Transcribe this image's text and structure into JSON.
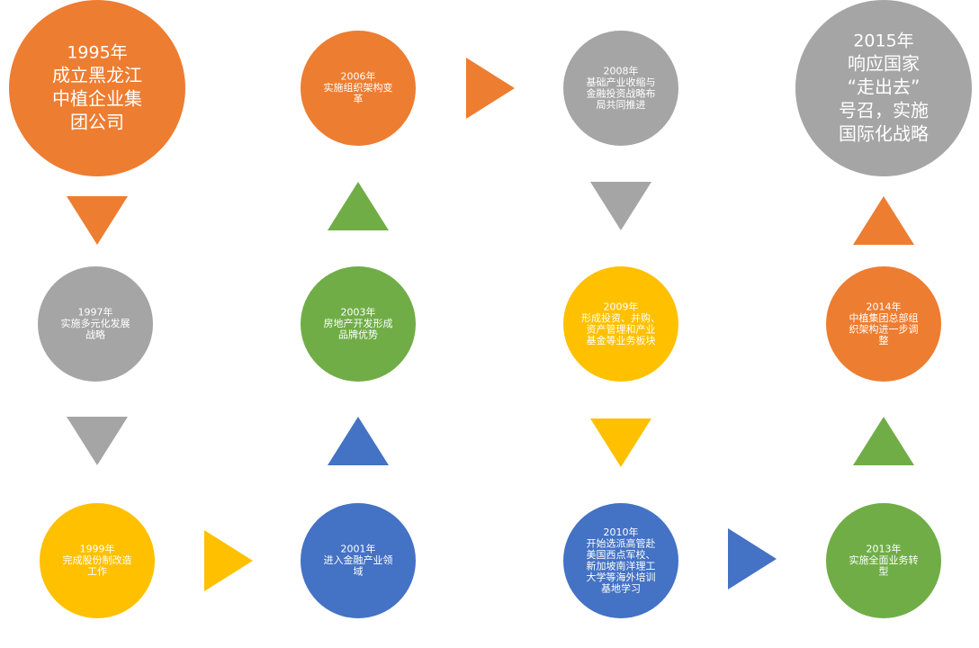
{
  "colors": {
    "orange": "#ED7D31",
    "gray": "#A5A5A5",
    "green": "#70AD47",
    "yellow": "#FFC000",
    "blue": "#4472C4"
  },
  "nodes": [
    {
      "id": "1995",
      "color": "orange",
      "lines": [
        "1995年",
        "成立黑龙江",
        "中植企业集",
        "团公司"
      ]
    },
    {
      "id": "1997",
      "color": "gray",
      "lines": [
        "1997年",
        "实施多元化发展",
        "战略"
      ]
    },
    {
      "id": "1999",
      "color": "yellow",
      "lines": [
        "1999年",
        "完成股份制改造",
        "工作"
      ]
    },
    {
      "id": "2001",
      "color": "blue",
      "lines": [
        "2001年",
        "进入金融产业领",
        "域"
      ]
    },
    {
      "id": "2003",
      "color": "green",
      "lines": [
        "2003年",
        "房地产开发形成",
        "品牌优势"
      ]
    },
    {
      "id": "2006",
      "color": "orange",
      "lines": [
        "2006年",
        "实施组织架构变",
        "革"
      ]
    },
    {
      "id": "2008",
      "color": "gray",
      "lines": [
        "2008年",
        "基础产业收缩与",
        "金融投资战略布",
        "局共同推进"
      ]
    },
    {
      "id": "2009",
      "color": "yellow",
      "lines": [
        "2009年",
        "形成投资、并购、",
        "资产管理和产业",
        "基金等业务板块"
      ]
    },
    {
      "id": "2010",
      "color": "blue",
      "lines": [
        "2010年",
        "开始选派高管赴",
        "美国西点军校、",
        "新加坡南洋理工",
        "大学等海外培训",
        "基地学习"
      ]
    },
    {
      "id": "2013",
      "color": "green",
      "lines": [
        "2013年",
        "实施全面业务转",
        "型"
      ]
    },
    {
      "id": "2014",
      "color": "orange",
      "lines": [
        "2014年",
        "中植集团总部组",
        "织架构进一步调",
        "整"
      ]
    },
    {
      "id": "2015",
      "color": "gray",
      "lines": [
        "2015年",
        "响应国家",
        "“走出去”",
        "号召，实施",
        "国际化战略"
      ]
    }
  ],
  "arrows": [
    {
      "id": "1995-1997",
      "color": "orange",
      "direction": "down"
    },
    {
      "id": "1997-1999",
      "color": "gray",
      "direction": "down"
    },
    {
      "id": "1999-2001",
      "color": "yellow",
      "direction": "right"
    },
    {
      "id": "2001-2003",
      "color": "blue",
      "direction": "up"
    },
    {
      "id": "2003-2006",
      "color": "green",
      "direction": "up"
    },
    {
      "id": "2006-2008",
      "color": "orange",
      "direction": "right"
    },
    {
      "id": "2008-2009",
      "color": "gray",
      "direction": "down"
    },
    {
      "id": "2009-2010",
      "color": "yellow",
      "direction": "down"
    },
    {
      "id": "2010-2013",
      "color": "blue",
      "direction": "right"
    },
    {
      "id": "2013-2014",
      "color": "green",
      "direction": "up"
    },
    {
      "id": "2014-2015",
      "color": "orange",
      "direction": "up"
    }
  ]
}
